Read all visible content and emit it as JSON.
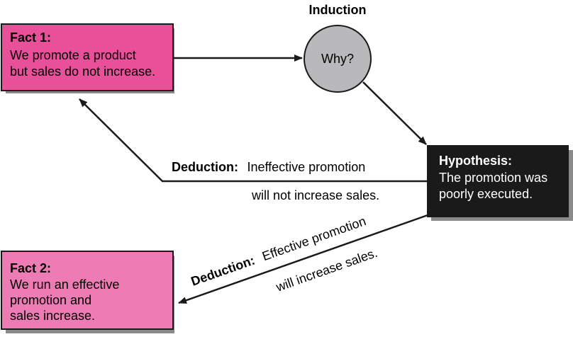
{
  "induction": {
    "heading": "Induction",
    "circle_label": "Why?"
  },
  "fact1": {
    "title": "Fact 1:",
    "lines": [
      "We promote a product",
      "but sales do not increase."
    ],
    "fill": "#E8509A"
  },
  "fact2": {
    "title": "Fact 2:",
    "lines": [
      "We run an effective",
      "promotion and",
      "sales increase."
    ],
    "fill": "#EE7CB4"
  },
  "hypothesis": {
    "title": "Hypothesis:",
    "lines": [
      "The promotion was",
      "poorly executed."
    ],
    "fill": "#1a1a1a"
  },
  "deduction1": {
    "bold": "Deduction:",
    "line1": "Ineffective promotion",
    "line2": "will not increase sales."
  },
  "deduction2": {
    "bold": "Deduction:",
    "line1": "Effective promotion",
    "line2": "will increase sales."
  },
  "colors": {
    "circle_fill": "#b9b9bb",
    "stroke": "#1a1a1a",
    "shadow": "#8a8a8a"
  }
}
